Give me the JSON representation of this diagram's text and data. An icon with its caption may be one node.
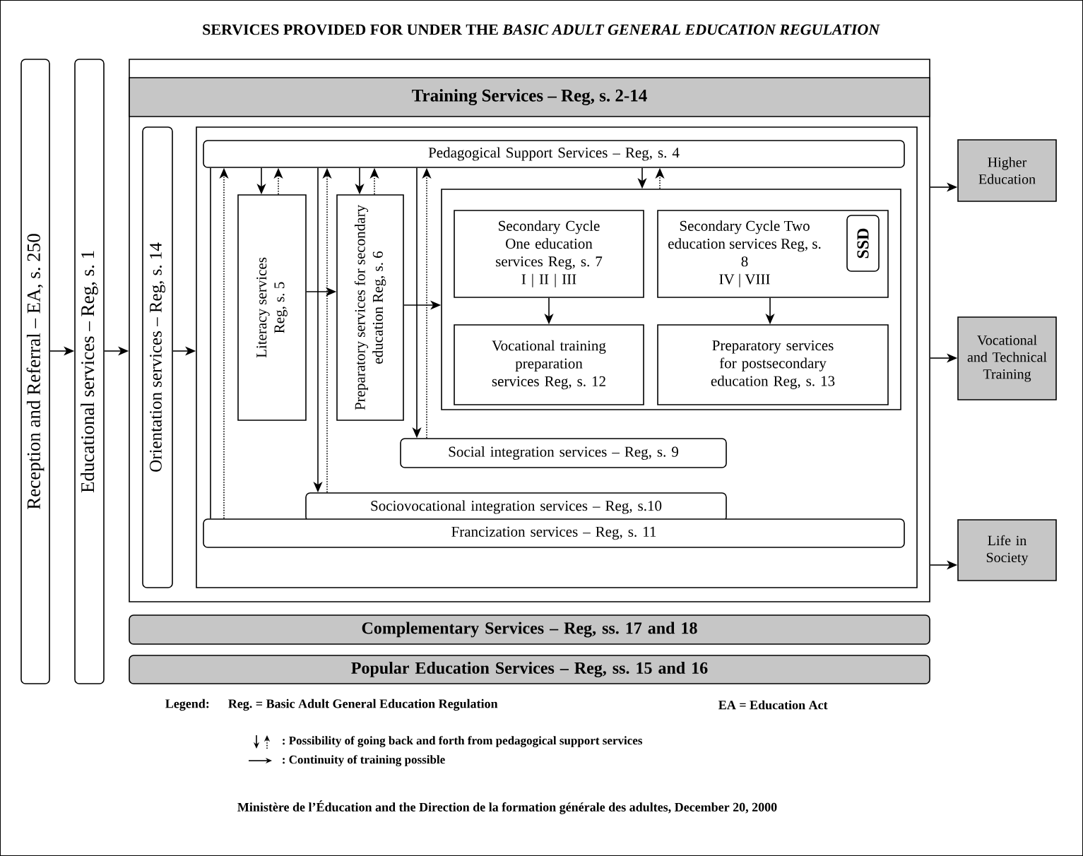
{
  "diagram": {
    "title": "SERVICES PROVIDED FOR UNDER THE *BASIC ADULT GENERAL EDUCATION REGULATION*",
    "caption": "Ministère de l’Éducation and the Direction de la formation générale des adultes, December 20, 2000",
    "nodes": [
      {
        "text": [
          "Reception and Referral – EA, s. 250"
        ]
      },
      {
        "text": [
          "Educational services – Reg, s. 1"
        ]
      },
      {
        "text": [
          "Training Services – Reg, s. 2-14"
        ]
      },
      {
        "text": [
          "Orientation services – Reg, s. 14"
        ],
        "in": 2
      },
      {
        "text": [],
        "shape": "box",
        "in": 2
      },
      {
        "text": [
          "Pedagogical Support Services – Reg, s. 4"
        ],
        "in": 4
      },
      {
        "text": [
          "Literacy services Reg, s. 5"
        ],
        "in": 4
      },
      {
        "text": [
          "Preparatory services for secondary education Reg, s. 6"
        ],
        "in": 4
      },
      {
        "text": [],
        "shape": "box",
        "in": 4
      },
      {
        "text": [
          "Secondary Cycle One education services Reg, s. 7",
          "I | II | III"
        ],
        "in": 8
      },
      {
        "text": [
          "Secondary Cycle Two education services Reg, s. 8",
          "IV | VIII"
        ],
        "in": 8
      },
      {
        "text": [
          "SSD"
        ],
        "in": 10
      },
      {
        "text": [
          "Vocational training preparation services Reg, s. 12"
        ],
        "in": 8
      },
      {
        "text": [
          "Preparatory services for postsecondary education Reg, s. 13"
        ],
        "in": 8
      },
      {
        "text": [
          "Social integration services – Reg, s. 9"
        ],
        "in": 4
      },
      {
        "text": [
          "Sociovocational integration services – Reg, s.10"
        ],
        "in": 4
      },
      {
        "text": [
          "Francization services – Reg, s. 11"
        ],
        "in": 4
      },
      {
        "text": [
          "Higher Education"
        ]
      },
      {
        "text": [
          "Vocational and Technical Training"
        ]
      },
      {
        "text": [
          "Life in Society"
        ]
      },
      {
        "text": [
          "Complementary Services – Reg, ss. 17 and 18"
        ]
      },
      {
        "text": [
          "Popular Education Services – Reg, ss. 15 and 16"
        ]
      }
    ],
    "edges": [
      {
        "from": 0,
        "to": 1,
        "arrow": "to"
      },
      {
        "from": 1,
        "to": 2,
        "arrow": "to"
      },
      {
        "from": 3,
        "to": 4,
        "arrow": "to"
      },
      {
        "from": 6,
        "to": 7,
        "arrow": "to"
      },
      {
        "from": 7,
        "to": 8,
        "arrow": "to"
      },
      {
        "from": 9,
        "to": 12,
        "arrow": "to"
      },
      {
        "from": 10,
        "to": 13,
        "arrow": "to"
      },
      {
        "from": 5,
        "to": 6,
        "arrow": "to"
      },
      {
        "from": 6,
        "to": 5,
        "arrow": "to",
        "style": "dashed"
      },
      {
        "from": 5,
        "to": 7,
        "arrow": "to"
      },
      {
        "from": 7,
        "to": 5,
        "arrow": "to",
        "style": "dashed"
      },
      {
        "from": 5,
        "to": 8,
        "arrow": "to"
      },
      {
        "from": 8,
        "to": 5,
        "arrow": "to",
        "style": "dashed"
      },
      {
        "from": 5,
        "to": 16,
        "arrow": "none"
      },
      {
        "from": 16,
        "to": 5,
        "arrow": "to",
        "style": "dashed"
      },
      {
        "from": 5,
        "to": 15,
        "arrow": "to"
      },
      {
        "from": 15,
        "to": 5,
        "arrow": "to",
        "style": "dashed"
      },
      {
        "from": 5,
        "to": 14,
        "arrow": "to"
      },
      {
        "from": 14,
        "to": 5,
        "arrow": "to",
        "style": "dashed"
      },
      {
        "from": 2,
        "to": 17,
        "arrow": "to"
      },
      {
        "from": 2,
        "to": 18,
        "arrow": "to"
      },
      {
        "from": 2,
        "to": 19,
        "arrow": "to"
      }
    ],
    "labels": [
      "Legend:",
      "Reg. = Basic Adult General Education Regulation",
      "EA = Education Act"
    ],
    "legend": [
      {
        "text": ": Possibility of going back and forth from pedagogical support services"
      },
      {
        "text": ": Continuity of training possible"
      }
    ]
  }
}
